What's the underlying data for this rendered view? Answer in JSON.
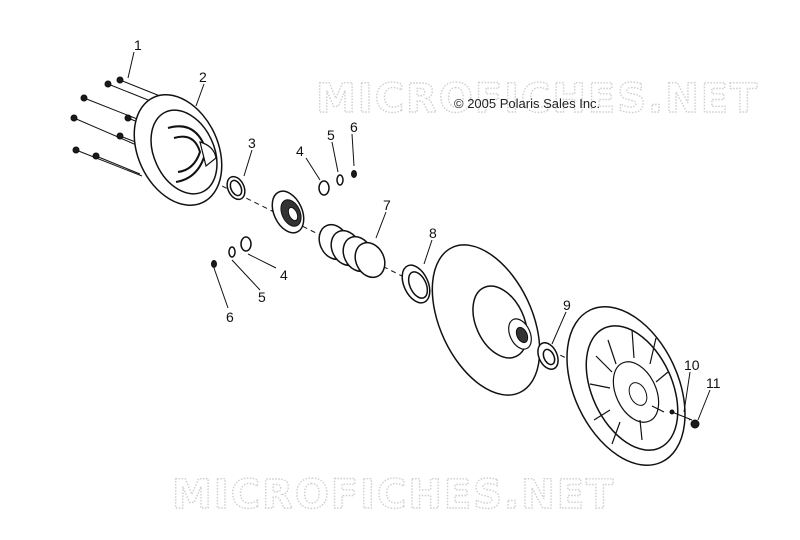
{
  "copyright": "© 2005 Polaris Sales Inc.",
  "watermark_top": "MICROFICHES.NET",
  "watermark_bottom": "MICROFICHES.NET",
  "callouts": {
    "c1": "1",
    "c2": "2",
    "c3": "3",
    "c4a": "4",
    "c5a": "5",
    "c6a": "6",
    "c7": "7",
    "c8": "8",
    "c4b": "4",
    "c5b": "5",
    "c6b": "6",
    "c9": "9",
    "c10": "10",
    "c11": "11"
  }
}
